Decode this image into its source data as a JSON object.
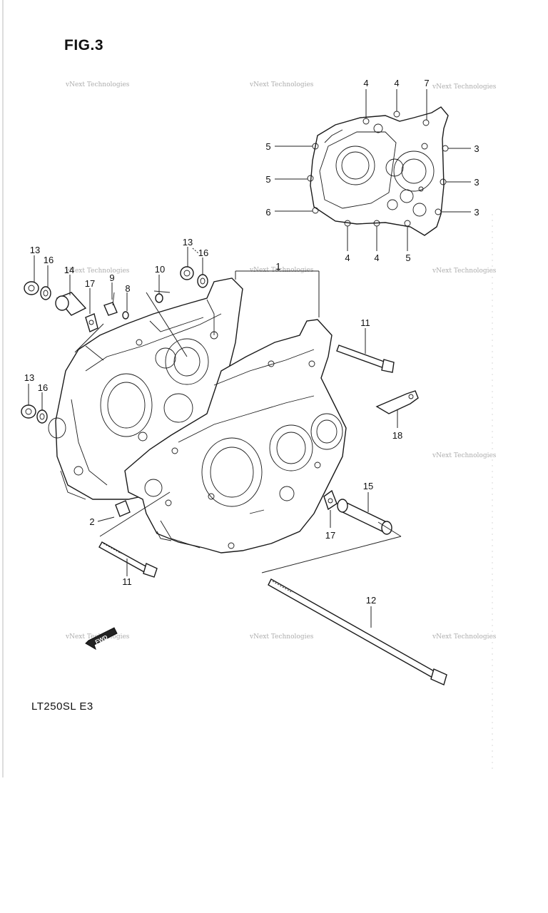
{
  "figure": {
    "title": "FIG.3",
    "model_code": "LT250SL E3"
  },
  "watermark": "vNext Technologies",
  "fwd_tag": "FWD",
  "callouts": [
    {
      "id": "c-4a",
      "label": "4"
    },
    {
      "id": "c-4b",
      "label": "4"
    },
    {
      "id": "c-7",
      "label": "7"
    },
    {
      "id": "c-5a",
      "label": "5"
    },
    {
      "id": "c-3a",
      "label": "3"
    },
    {
      "id": "c-5b",
      "label": "5"
    },
    {
      "id": "c-3b",
      "label": "3"
    },
    {
      "id": "c-6",
      "label": "6"
    },
    {
      "id": "c-3c",
      "label": "3"
    },
    {
      "id": "c-4c",
      "label": "4"
    },
    {
      "id": "c-4d",
      "label": "4"
    },
    {
      "id": "c-5c",
      "label": "5"
    },
    {
      "id": "c-13a",
      "label": "13"
    },
    {
      "id": "c-16a",
      "label": "16"
    },
    {
      "id": "c-14",
      "label": "14"
    },
    {
      "id": "c-9",
      "label": "9"
    },
    {
      "id": "c-17a",
      "label": "17"
    },
    {
      "id": "c-8",
      "label": "8"
    },
    {
      "id": "c-10",
      "label": "10"
    },
    {
      "id": "c-13b",
      "label": "13"
    },
    {
      "id": "c-16b",
      "label": "16"
    },
    {
      "id": "c-1",
      "label": "1"
    },
    {
      "id": "c-11a",
      "label": "11"
    },
    {
      "id": "c-13c",
      "label": "13"
    },
    {
      "id": "c-16c",
      "label": "16"
    },
    {
      "id": "c-18",
      "label": "18"
    },
    {
      "id": "c-15",
      "label": "15"
    },
    {
      "id": "c-2",
      "label": "2"
    },
    {
      "id": "c-17b",
      "label": "17"
    },
    {
      "id": "c-11b",
      "label": "11"
    },
    {
      "id": "c-12",
      "label": "12"
    }
  ]
}
